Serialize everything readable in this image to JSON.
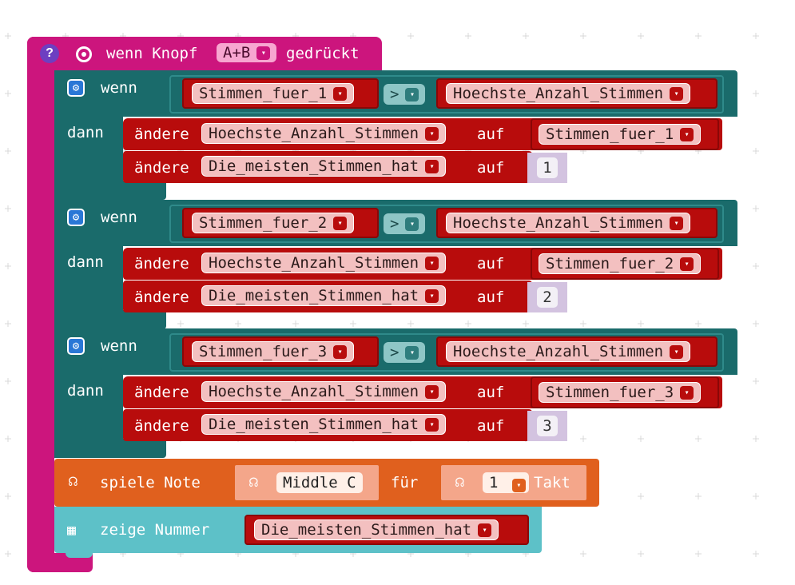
{
  "colors": {
    "event_block": "#cc157d",
    "logic_block": "#1a6b6b",
    "variable_block": "#b80c0c",
    "music_block": "#e0601e",
    "basic_block": "#5dc1c8",
    "number_block": "#d3c3e0"
  },
  "event": {
    "prefix": "wenn Knopf",
    "button_value": "A+B",
    "suffix": "gedrückt",
    "help_icon": "question-icon",
    "event_icon": "target-icon"
  },
  "if_blocks": [
    {
      "if_label": "wenn",
      "then_label": "dann",
      "condition": {
        "left": "Stimmen_fuer_1",
        "operator": ">",
        "right": "Hoechste_Anzahl_Stimmen"
      },
      "stmt1": {
        "label": "ändere",
        "var": "Hoechste_Anzahl_Stimmen",
        "to": "auf",
        "value": "Stimmen_fuer_1"
      },
      "stmt2": {
        "label": "ändere",
        "var": "Die_meisten_Stimmen_hat",
        "to": "auf",
        "value": "1"
      }
    },
    {
      "if_label": "wenn",
      "then_label": "dann",
      "condition": {
        "left": "Stimmen_fuer_2",
        "operator": ">",
        "right": "Hoechste_Anzahl_Stimmen"
      },
      "stmt1": {
        "label": "ändere",
        "var": "Hoechste_Anzahl_Stimmen",
        "to": "auf",
        "value": "Stimmen_fuer_2"
      },
      "stmt2": {
        "label": "ändere",
        "var": "Die_meisten_Stimmen_hat",
        "to": "auf",
        "value": "2"
      }
    },
    {
      "if_label": "wenn",
      "then_label": "dann",
      "condition": {
        "left": "Stimmen_fuer_3",
        "operator": ">",
        "right": "Hoechste_Anzahl_Stimmen"
      },
      "stmt1": {
        "label": "ändere",
        "var": "Hoechste_Anzahl_Stimmen",
        "to": "auf",
        "value": "Stimmen_fuer_3"
      },
      "stmt2": {
        "label": "ändere",
        "var": "Die_meisten_Stimmen_hat",
        "to": "auf",
        "value": "3"
      }
    }
  ],
  "play_note": {
    "label": "spiele Note",
    "note": "Middle C",
    "for_label": "für",
    "beats": "1",
    "beats_unit": "Takt",
    "icon": "headphones-icon"
  },
  "show_number": {
    "label": "zeige Nummer",
    "var": "Die_meisten_Stimmen_hat",
    "icon": "led-grid-icon"
  },
  "dropdown_arrow": "▾"
}
